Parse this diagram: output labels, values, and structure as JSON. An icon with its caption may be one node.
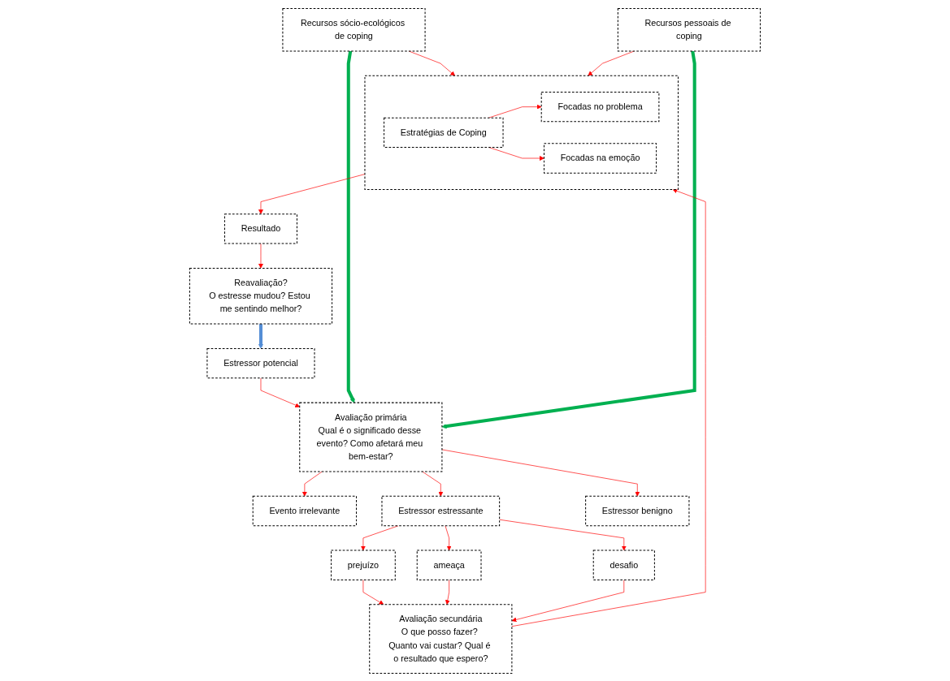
{
  "diagram": {
    "nodes": [
      {
        "text": [
          "Estressor potencial"
        ]
      },
      {
        "text": [
          "Avaliação primária",
          "Qual é o significado desse evento? Como afetará meu bem-estar?"
        ]
      },
      {
        "text": [
          "Evento irrelevante"
        ]
      },
      {
        "text": [
          "Estressor estressante"
        ]
      },
      {
        "text": [
          "Estressor benigno"
        ]
      },
      {
        "text": [
          "prejuízo"
        ]
      },
      {
        "text": [
          "ameaça"
        ]
      },
      {
        "text": [
          "desafio"
        ]
      },
      {
        "text": [
          "Recursos sócio-ecológicos de coping"
        ]
      },
      {
        "text": [
          "Avaliação secundária",
          "O que posso fazer? Quanto vai custar? Qual é o resultado que espero?"
        ]
      },
      {
        "text": [
          "Recursos pessoais de coping"
        ]
      },
      {
        "text": [],
        "shape": "box"
      },
      {
        "text": [
          "Estratégias de Coping"
        ],
        "in": 11
      },
      {
        "text": [
          "Focadas no problema"
        ],
        "in": 11
      },
      {
        "text": [
          "Focadas na emoção"
        ],
        "in": 11
      },
      {
        "text": [
          "Resultado"
        ]
      },
      {
        "text": [
          "Reavaliação?",
          "O estresse mudou? Estou me sentindo melhor?"
        ]
      }
    ],
    "edges": [
      {
        "from": 0,
        "to": 1,
        "arrow": "to"
      },
      {
        "from": 1,
        "to": 2,
        "arrow": "to"
      },
      {
        "from": 1,
        "to": 3,
        "arrow": "to"
      },
      {
        "from": 1,
        "to": 4,
        "arrow": "to"
      },
      {
        "from": 3,
        "to": 5,
        "arrow": "to"
      },
      {
        "from": 3,
        "to": 6,
        "arrow": "to"
      },
      {
        "from": 3,
        "to": 7,
        "arrow": "to"
      },
      {
        "from": 5,
        "to": 9,
        "arrow": "to"
      },
      {
        "from": 6,
        "to": 9,
        "arrow": "to"
      },
      {
        "from": 7,
        "to": 9,
        "arrow": "to"
      },
      {
        "from": 8,
        "to": 1,
        "arrow": "to",
        "style": "thick",
        "color": "#00b050"
      },
      {
        "from": 10,
        "to": 1,
        "arrow": "to",
        "style": "thick",
        "color": "#00b050"
      },
      {
        "from": 9,
        "to": 11,
        "arrow": "to"
      },
      {
        "from": 8,
        "to": 11,
        "arrow": "to"
      },
      {
        "from": 10,
        "to": 11,
        "arrow": "to"
      },
      {
        "from": 12,
        "to": 13,
        "arrow": "to"
      },
      {
        "from": 12,
        "to": 14,
        "arrow": "to"
      },
      {
        "from": 11,
        "to": 15,
        "arrow": "to"
      },
      {
        "from": 15,
        "to": 16,
        "arrow": "to"
      },
      {
        "from": 16,
        "to": 0,
        "arrow": "to",
        "style": "thick",
        "color": "#558ed5"
      }
    ]
  }
}
